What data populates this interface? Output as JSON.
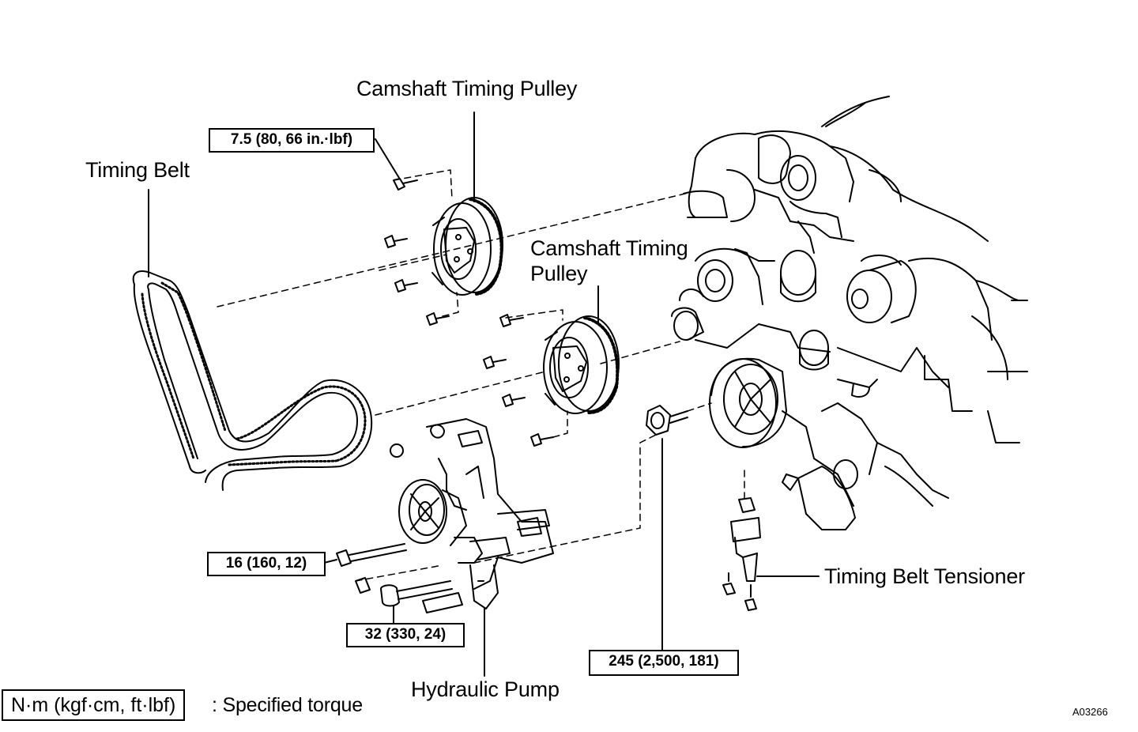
{
  "labels": {
    "camshaft_pulley_top": "Camshaft Timing Pulley",
    "camshaft_pulley_mid": "Camshaft Timing Pulley",
    "timing_belt": "Timing Belt",
    "timing_belt_tensioner": "Timing Belt Tensioner",
    "hydraulic_pump": "Hydraulic Pump"
  },
  "torques": {
    "cam_bolt": "7.5 (80, 66 in.·lbf)",
    "pump_long_bolt": "16 (160, 12)",
    "pump_bolt": "32 (330, 24)",
    "crank_bolt": "245 (2,500, 181)"
  },
  "legend": {
    "unit": "N·m (kgf·cm, ft·lbf)",
    "text": ": Specified torque"
  },
  "figure_code": "A03266"
}
